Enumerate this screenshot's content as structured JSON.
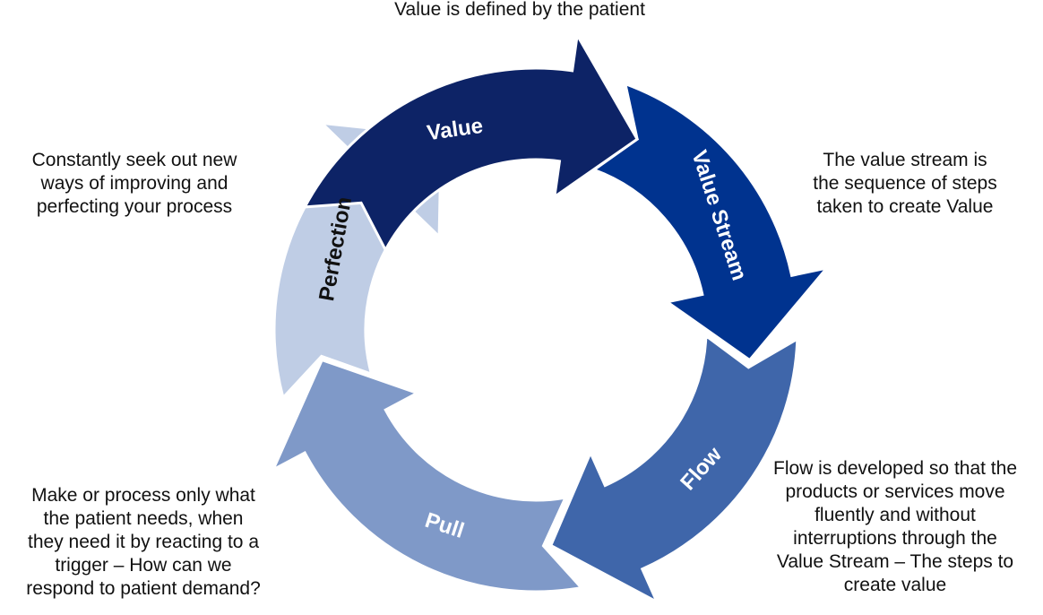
{
  "title": "Lean principles cycle",
  "stages": [
    {
      "id": "value",
      "label": "Value",
      "color": "#0d2366",
      "text_color": "#ffffff",
      "description": "Value is defined by the patient"
    },
    {
      "id": "value-stream",
      "label": "Value Stream",
      "color": "#00338f",
      "text_color": "#ffffff",
      "description": "The value stream is\nthe sequence of steps\ntaken to create Value"
    },
    {
      "id": "flow",
      "label": "Flow",
      "color": "#3f66aa",
      "text_color": "#ffffff",
      "description": "Flow is developed so that the\nproducts or services move\nfluently and without\ninterruptions through the\nValue Stream – The steps to\ncreate value"
    },
    {
      "id": "pull",
      "label": "Pull",
      "color": "#7f99c8",
      "text_color": "#ffffff",
      "description": "Make or process only what\nthe patient needs, when\nthey need it by reacting to a\ntrigger – How can we\nrespond to patient demand?"
    },
    {
      "id": "perfection",
      "label": "Perfection",
      "color": "#bfcde5",
      "text_color": "#111111",
      "description": "Constantly seek out new\nways of improving and\nperfecting your process"
    }
  ]
}
